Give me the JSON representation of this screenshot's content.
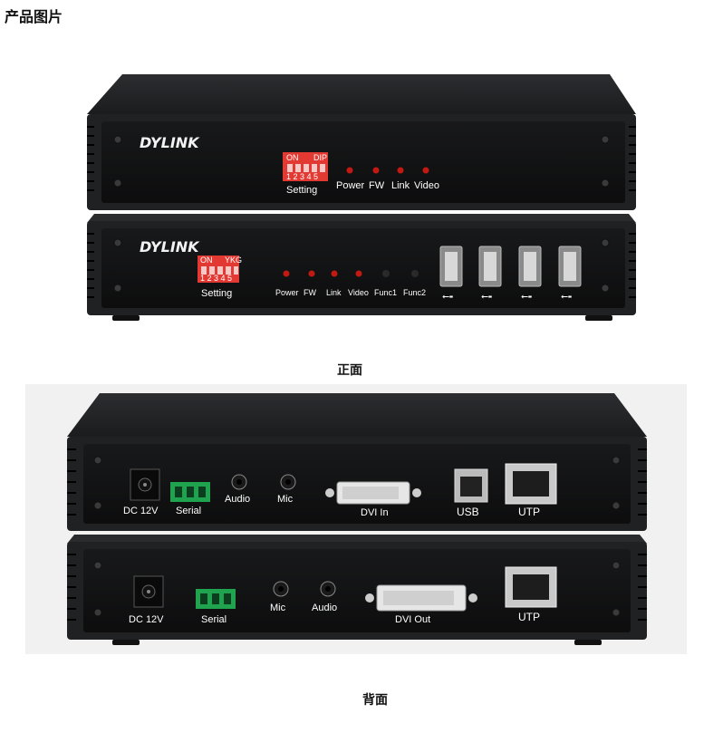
{
  "page": {
    "heading": "产品图片",
    "front_caption": "正面",
    "back_caption": "背面"
  },
  "front": {
    "top_unit": {
      "brand": "DYLINK",
      "dip": {
        "top_left": "ON",
        "top_right": "DIP",
        "numbers": "1 2 3 4 5"
      },
      "setting_label": "Setting",
      "leds": [
        "Power",
        "FW",
        "Link",
        "Video"
      ]
    },
    "bottom_unit": {
      "brand": "DYLINK",
      "dip": {
        "top_left": "ON",
        "top_right": "YKG",
        "numbers": "1 2 3 4 5"
      },
      "setting_label": "Setting",
      "leds": [
        "Power",
        "FW",
        "Link",
        "Video",
        "Func1",
        "Func2"
      ]
    }
  },
  "back": {
    "top_unit": {
      "ports": [
        "DC 12V",
        "Serial",
        "Audio",
        "Mic",
        "DVI In",
        "USB",
        "UTP"
      ]
    },
    "bottom_unit": {
      "ports": [
        "DC 12V",
        "Serial",
        "Mic",
        "Audio",
        "DVI Out",
        "UTP"
      ]
    }
  },
  "colors": {
    "chassis": "#1f1f21",
    "panel": "#141415",
    "led_red": "#c21a12",
    "led_off": "#2a2a2a",
    "dip_red": "#e23a33",
    "terminal_green": "#1fa34f"
  }
}
